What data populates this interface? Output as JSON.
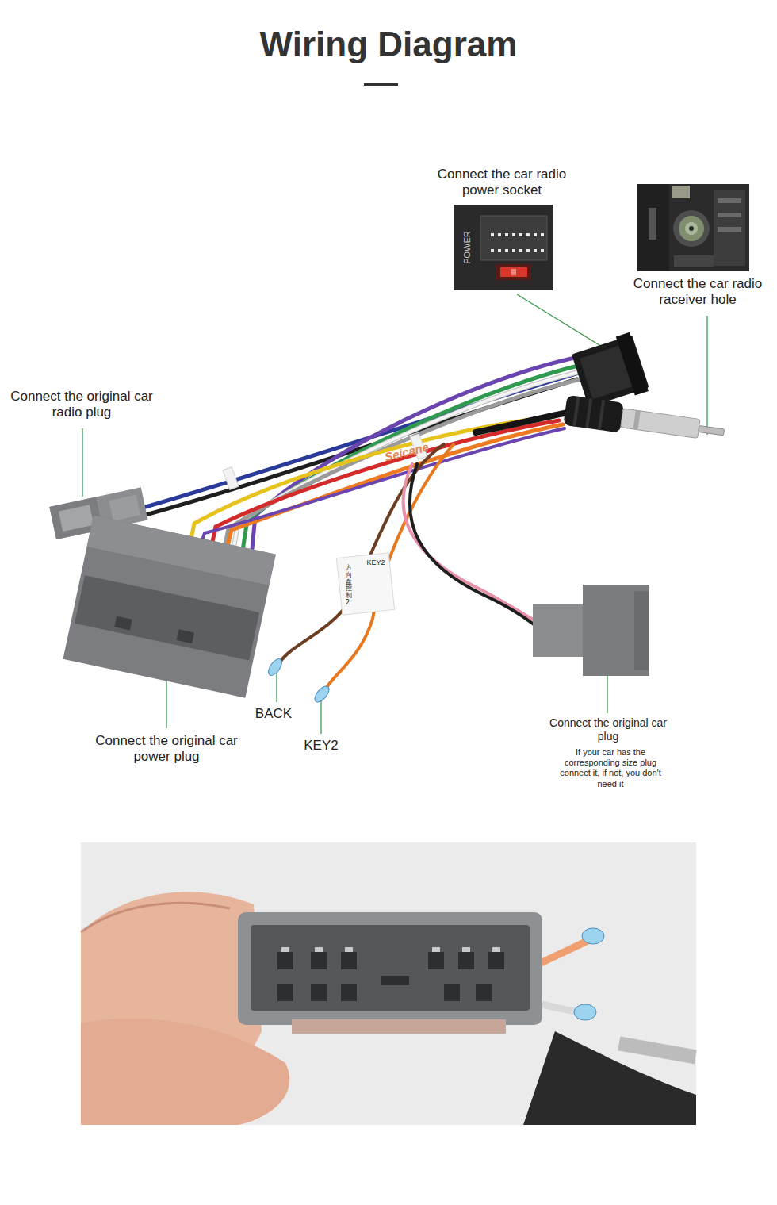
{
  "diagram": {
    "title": "Wiring Diagram",
    "labels": [
      "Connect the car radio power socket",
      "POWER",
      "Connect the car radio raceiver hole",
      "Connect the original car radio plug",
      "Seicane",
      "KEY2",
      "方向盘控制2",
      "Connect the original car power plug",
      "BACK",
      "KEY2",
      "Connect the original car plug",
      "If your car has the corresponding size plug connect it, if not, you don't need it"
    ]
  }
}
